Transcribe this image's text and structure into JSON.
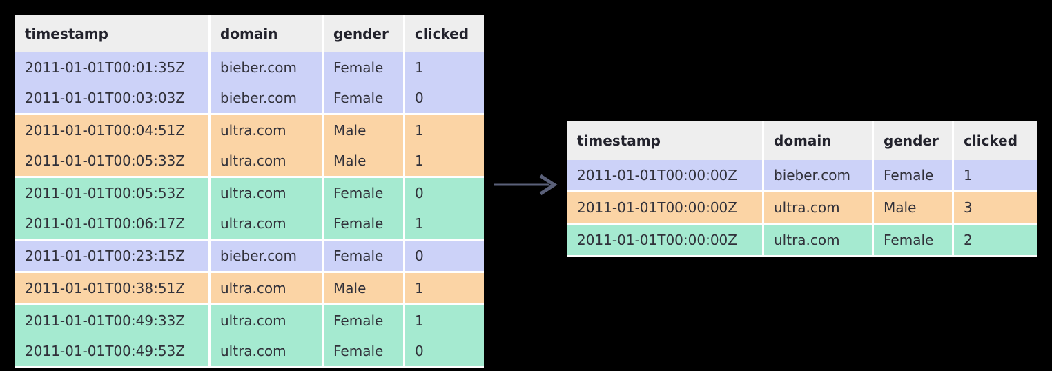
{
  "diagram": {
    "title": "aggregation-flow",
    "arrow": {
      "icon": "arrow-right-icon",
      "color": "#5a6079"
    },
    "colors": {
      "header_bg": "#eeeeee",
      "group_lavender": "#ccd2f8",
      "group_peach": "#fbd4a5",
      "group_mint": "#a5ead0",
      "background": "#000000",
      "text": "#31313a"
    }
  },
  "input_table": {
    "name": "raw-events-table",
    "columns": [
      "timestamp",
      "domain",
      "gender",
      "clicked"
    ],
    "groups": [
      {
        "color": "lavender",
        "rows": [
          [
            "2011-01-01T00:01:35Z",
            "bieber.com",
            "Female",
            "1"
          ],
          [
            "2011-01-01T00:03:03Z",
            "bieber.com",
            "Female",
            "0"
          ]
        ]
      },
      {
        "color": "peach",
        "rows": [
          [
            "2011-01-01T00:04:51Z",
            "ultra.com",
            "Male",
            "1"
          ],
          [
            "2011-01-01T00:05:33Z",
            "ultra.com",
            "Male",
            "1"
          ]
        ]
      },
      {
        "color": "mint",
        "rows": [
          [
            "2011-01-01T00:05:53Z",
            "ultra.com",
            "Female",
            "0"
          ],
          [
            "2011-01-01T00:06:17Z",
            "ultra.com",
            "Female",
            "1"
          ]
        ]
      },
      {
        "color": "lavender",
        "rows": [
          [
            "2011-01-01T00:23:15Z",
            "bieber.com",
            "Female",
            "0"
          ]
        ]
      },
      {
        "color": "peach",
        "rows": [
          [
            "2011-01-01T00:38:51Z",
            "ultra.com",
            "Male",
            "1"
          ]
        ]
      },
      {
        "color": "mint",
        "rows": [
          [
            "2011-01-01T00:49:33Z",
            "ultra.com",
            "Female",
            "1"
          ],
          [
            "2011-01-01T00:49:53Z",
            "ultra.com",
            "Female",
            "0"
          ]
        ]
      }
    ]
  },
  "output_table": {
    "name": "aggregated-events-table",
    "columns": [
      "timestamp",
      "domain",
      "gender",
      "clicked"
    ],
    "groups": [
      {
        "color": "lavender",
        "rows": [
          [
            "2011-01-01T00:00:00Z",
            "bieber.com",
            "Female",
            "1"
          ]
        ]
      },
      {
        "color": "peach",
        "rows": [
          [
            "2011-01-01T00:00:00Z",
            "ultra.com",
            "Male",
            "3"
          ]
        ]
      },
      {
        "color": "mint",
        "rows": [
          [
            "2011-01-01T00:00:00Z",
            "ultra.com",
            "Female",
            "2"
          ]
        ]
      }
    ]
  }
}
